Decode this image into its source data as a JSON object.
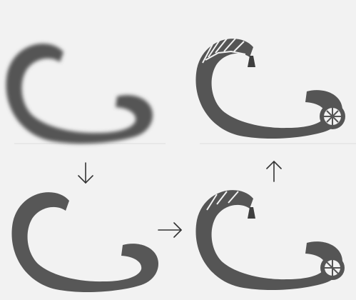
{
  "panels": [
    {
      "id": "blurred-initial-shape",
      "stage": 1
    },
    {
      "id": "smoothed-shape",
      "stage": 2
    },
    {
      "id": "shape-with-partial-lattice",
      "stage": 3
    },
    {
      "id": "final-shape-with-full-lattice",
      "stage": 4
    }
  ],
  "arrows": [
    {
      "id": "arrow-down",
      "from": 1,
      "to": 2,
      "direction": "down"
    },
    {
      "id": "arrow-right",
      "from": 2,
      "to": 3,
      "direction": "right"
    },
    {
      "id": "arrow-up",
      "from": 3,
      "to": 4,
      "direction": "up"
    }
  ],
  "colors": {
    "background": "#f2f2f2",
    "shape": "#555555",
    "lattice": "#3e3e3e",
    "arrow": "#333333",
    "baseline": "#dddddd"
  }
}
